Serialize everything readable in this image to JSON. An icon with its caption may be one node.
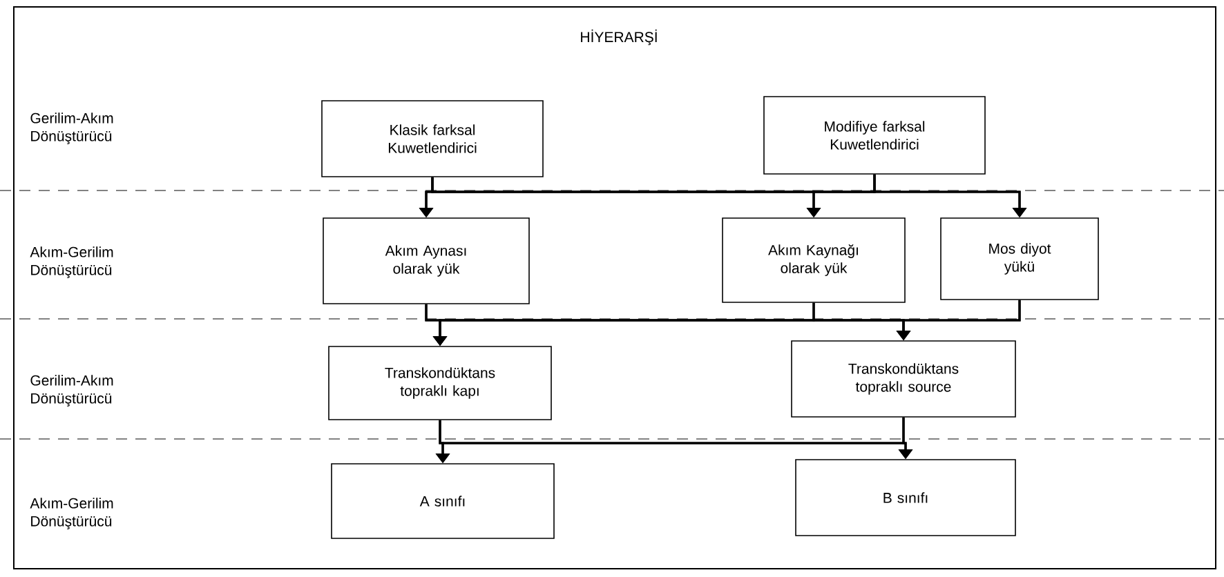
{
  "diagram": {
    "title": "HİYERARŞİ",
    "nodes": [
      {
        "text": [
          "Klasik farksal Kuwetlendirici"
        ]
      },
      {
        "text": [
          "Modifiye farksal Kuwetlendirici"
        ]
      },
      {
        "text": [
          "Akım Aynası olarak yük"
        ]
      },
      {
        "text": [
          "Akım Kaynağı olarak yük"
        ]
      },
      {
        "text": [
          "Mos diyot yükü"
        ]
      },
      {
        "text": [
          "Transkondüktans topraklı kapı"
        ]
      },
      {
        "text": [
          "Transkondüktans topraklı source"
        ]
      },
      {
        "text": [
          "A sınıfı"
        ]
      },
      {
        "text": [
          "B sınıfı"
        ]
      }
    ],
    "edges": [
      {
        "from": 0,
        "to": 2,
        "arrow": "to"
      },
      {
        "from": 0,
        "to": 3,
        "arrow": "to"
      },
      {
        "from": 0,
        "to": 4,
        "arrow": "to"
      },
      {
        "from": 1,
        "to": 2,
        "arrow": "to"
      },
      {
        "from": 1,
        "to": 3,
        "arrow": "to"
      },
      {
        "from": 1,
        "to": 4,
        "arrow": "to"
      },
      {
        "from": 2,
        "to": 5,
        "arrow": "to"
      },
      {
        "from": 2,
        "to": 6,
        "arrow": "to"
      },
      {
        "from": 3,
        "to": 5,
        "arrow": "to"
      },
      {
        "from": 3,
        "to": 6,
        "arrow": "to"
      },
      {
        "from": 4,
        "to": 5,
        "arrow": "to"
      },
      {
        "from": 4,
        "to": 6,
        "arrow": "to"
      },
      {
        "from": 5,
        "to": 7,
        "arrow": "to"
      },
      {
        "from": 5,
        "to": 8,
        "arrow": "to"
      },
      {
        "from": 6,
        "to": 7,
        "arrow": "to"
      },
      {
        "from": 6,
        "to": 8,
        "arrow": "to"
      }
    ],
    "labels": [
      "Gerilim-Akım Dönüştürücü",
      "Akım-Gerilim Dönüştürücü",
      "Gerilim-Akım Dönüştürücü",
      "Akım-Gerilim Dönüştürücü"
    ]
  }
}
